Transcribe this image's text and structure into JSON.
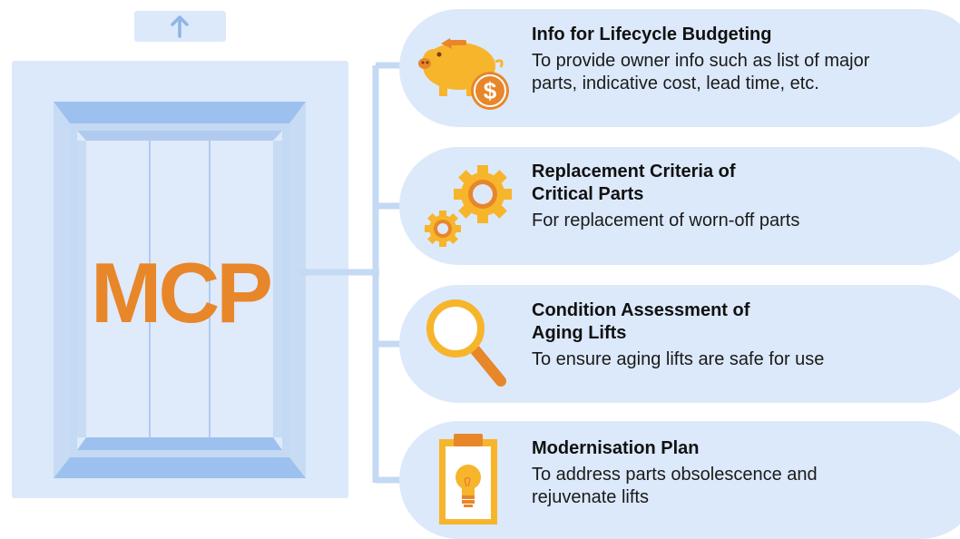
{
  "center": {
    "label": "MCP"
  },
  "items": [
    {
      "title": "Info for Lifecycle Budgeting",
      "description": "To provide owner info such as list of major\nparts, indicative cost, lead time, etc.",
      "icon": "piggy-bank-dollar-icon"
    },
    {
      "title": "Replacement Criteria of\nCritical Parts",
      "description": "For replacement of worn-off parts",
      "icon": "gears-icon"
    },
    {
      "title": "Condition Assessment of\nAging Lifts",
      "description": "To ensure aging lifts are safe for use",
      "icon": "magnifier-icon"
    },
    {
      "title": "Modernisation Plan",
      "description": "To address parts obsolescence and\nrejuvenate lifts",
      "icon": "clipboard-lightbulb-icon"
    }
  ],
  "colors": {
    "panel": "#dce9fa",
    "frame": "#b3cdf0",
    "accent": "#e8862a",
    "icon_yellow": "#f7b52c",
    "connector": "#c4d9f3"
  }
}
